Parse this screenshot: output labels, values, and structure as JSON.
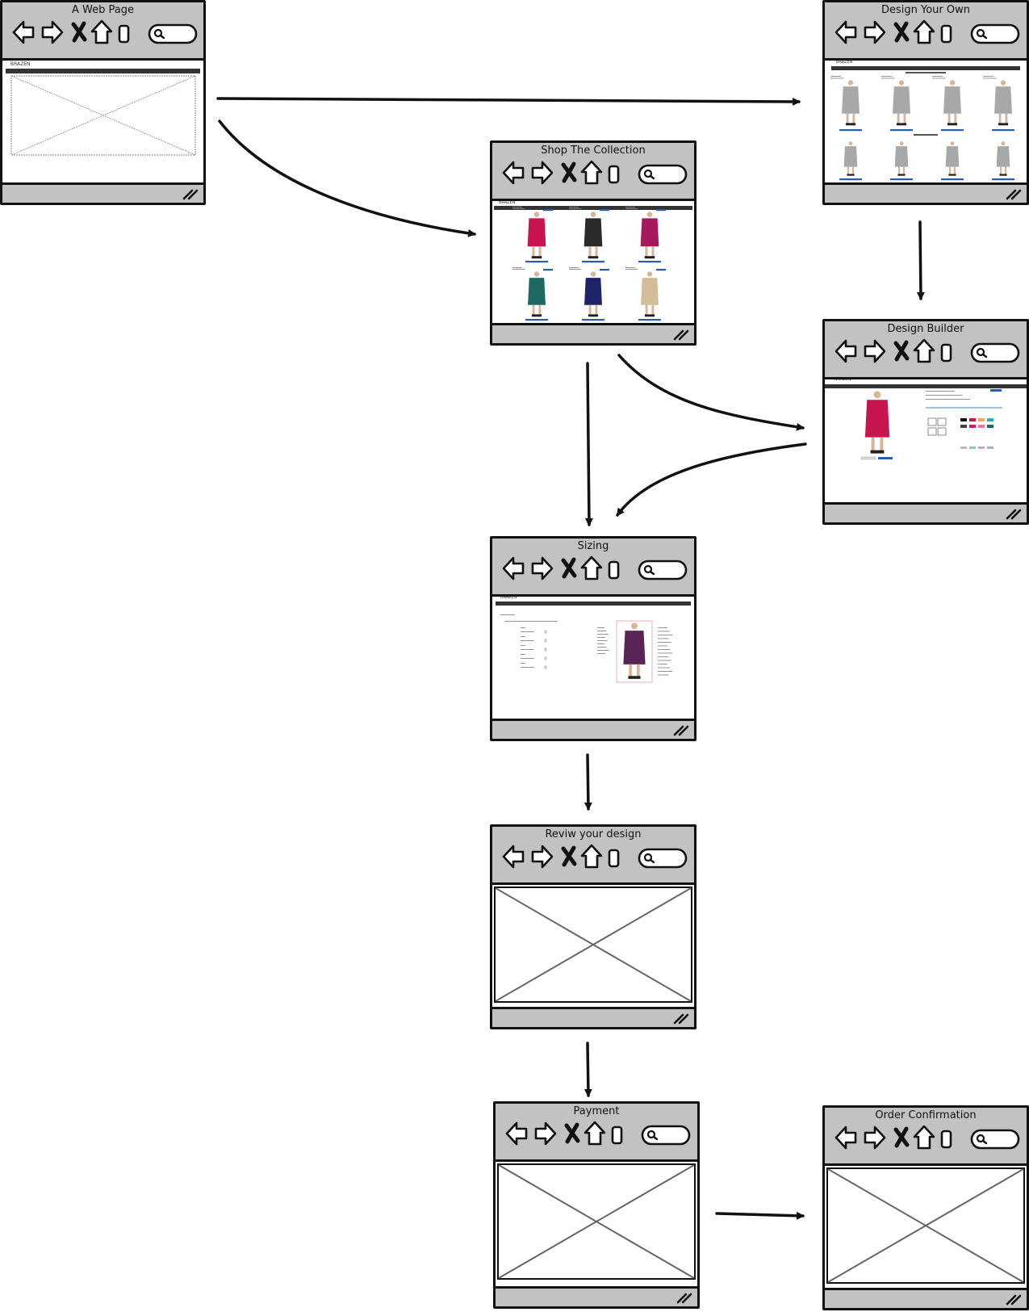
{
  "windows": {
    "web_page": {
      "title": "A Web Page"
    },
    "shop_collection": {
      "title": "Shop The Collection"
    },
    "design_your_own": {
      "title": "Design Your Own"
    },
    "design_builder": {
      "title": "Design Builder"
    },
    "sizing": {
      "title": "Sizing"
    },
    "review_design": {
      "title": "Reviw your design"
    },
    "payment": {
      "title": "Payment"
    },
    "order_confirmation": {
      "title": "Order Confirmation"
    }
  },
  "screenshot_text": {
    "logo": "BRAZEN"
  },
  "colors": {
    "dress_pink": "#c8154f",
    "dress_magenta": "#a8185d",
    "dress_black": "#2a2a2a",
    "dress_teal": "#1e6a62",
    "dress_navy": "#1d2468",
    "dress_beige": "#d2bc9a",
    "dress_plum": "#5a2456",
    "dress_grey": "#a8a8a8",
    "button_blue": "#2a5db0",
    "nav_dark": "#333333",
    "chrome_grey": "#c2c2c2"
  }
}
